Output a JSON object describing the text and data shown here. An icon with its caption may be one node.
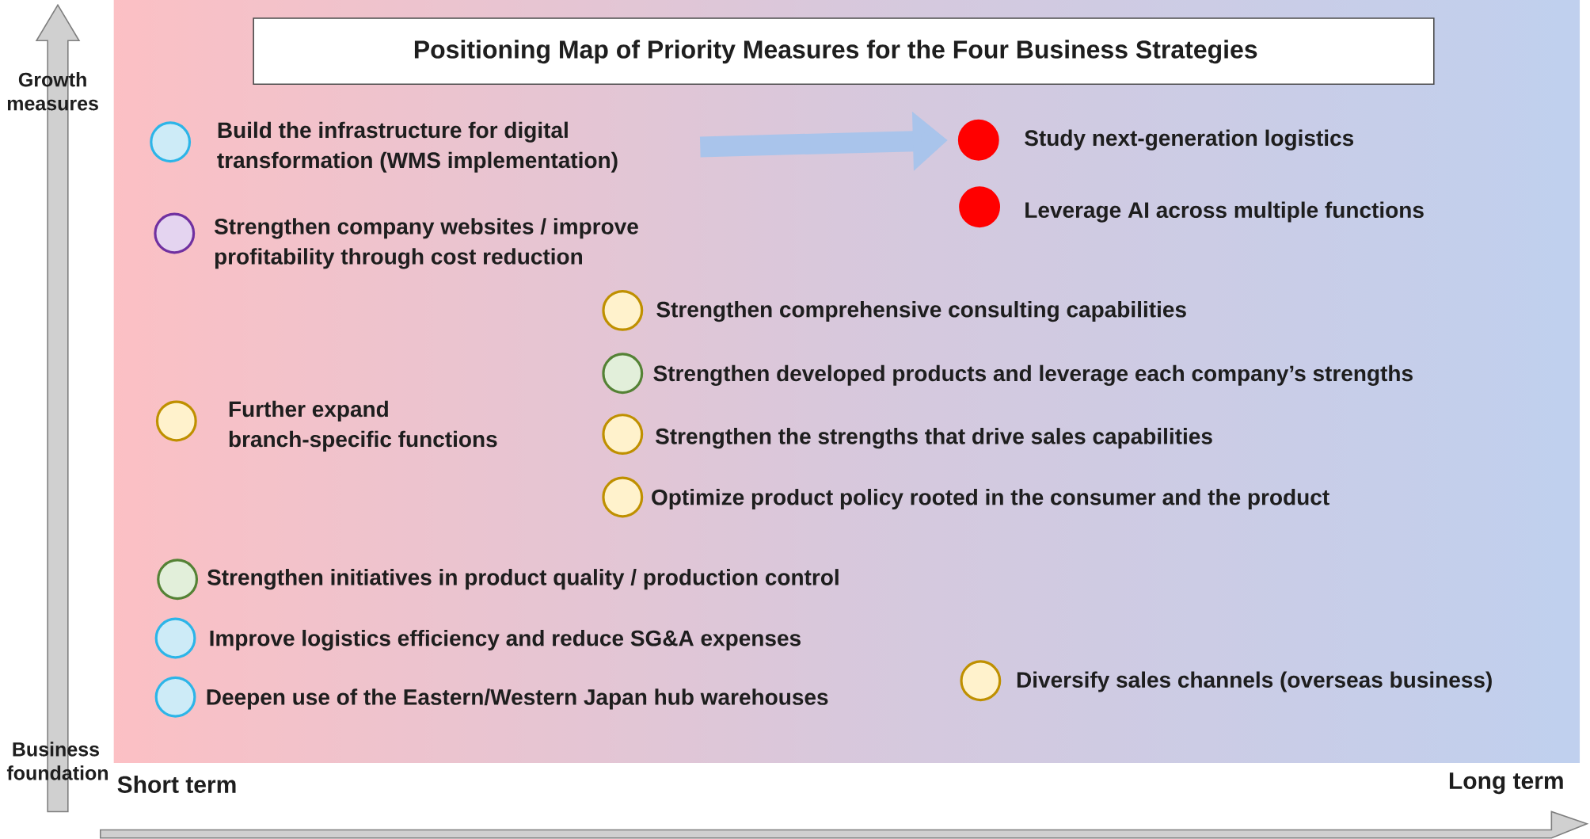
{
  "diagram": {
    "title": "Positioning Map of Priority Measures for the Four Business Strategies",
    "nodes": [
      {
        "text": [
          "Build the infrastructure for digital transformation (WMS implementation)"
        ]
      },
      {
        "text": [
          "Study next-generation logistics"
        ]
      },
      {
        "text": [
          "Leverage AI across multiple functions"
        ]
      },
      {
        "text": [
          "Strengthen company websites / improve profitability through cost reduction"
        ]
      },
      {
        "text": [
          "Strengthen comprehensive consulting capabilities"
        ]
      },
      {
        "text": [
          "Strengthen developed products and leverage each company’s strengths"
        ]
      },
      {
        "text": [
          "Further expand branch-specific functions"
        ]
      },
      {
        "text": [
          "Strengthen the strengths that drive sales capabilities"
        ]
      },
      {
        "text": [
          "Optimize product policy rooted in the consumer and the product"
        ]
      },
      {
        "text": [
          "Strengthen initiatives in product quality / production control"
        ]
      },
      {
        "text": [
          "Improve logistics efficiency and reduce SG&A expenses"
        ]
      },
      {
        "text": [
          "Diversify sales channels (overseas business)"
        ]
      },
      {
        "text": [
          "Deepen use of the Eastern/Western Japan hub warehouses"
        ]
      }
    ],
    "edges": [
      {
        "from": 0,
        "to": 1,
        "arrow": "to"
      }
    ],
    "labels": [
      "Growth measures",
      "Business foundation",
      "Short term",
      "Long term"
    ]
  }
}
